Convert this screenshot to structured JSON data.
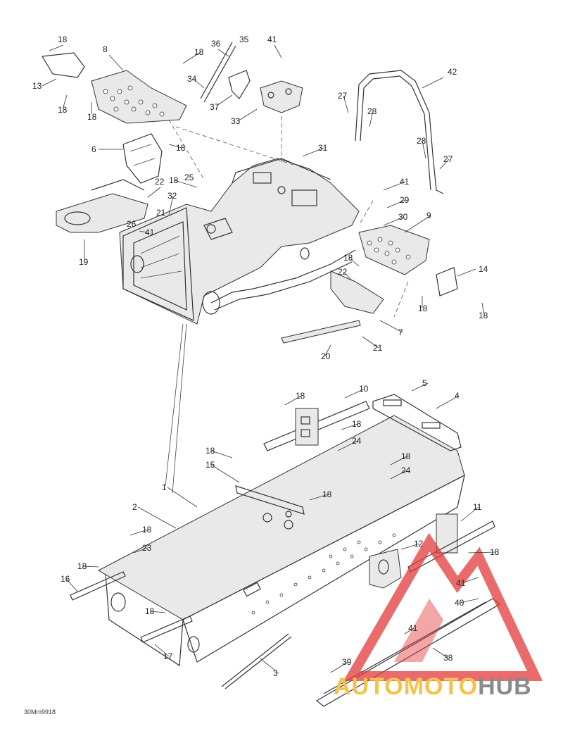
{
  "diagram": {
    "drawing_code": "30Mm9918",
    "callouts": [
      "1",
      "2",
      "3",
      "4",
      "5",
      "6",
      "7",
      "8",
      "9",
      "10",
      "11",
      "12",
      "13",
      "14",
      "15",
      "16",
      "17",
      "18",
      "19",
      "20",
      "21",
      "22",
      "23",
      "24",
      "25",
      "26",
      "27",
      "28",
      "29",
      "30",
      "31",
      "32",
      "33",
      "34",
      "35",
      "36",
      "37",
      "38",
      "39",
      "40",
      "41",
      "42"
    ],
    "callout_labels": [
      {
        "num": "18"
      },
      {
        "num": "8"
      },
      {
        "num": "13"
      },
      {
        "num": "18"
      },
      {
        "num": "18"
      },
      {
        "num": "18"
      },
      {
        "num": "36"
      },
      {
        "num": "35"
      },
      {
        "num": "41"
      },
      {
        "num": "34"
      },
      {
        "num": "37"
      },
      {
        "num": "33"
      },
      {
        "num": "42"
      },
      {
        "num": "27"
      },
      {
        "num": "28"
      },
      {
        "num": "28"
      },
      {
        "num": "27"
      },
      {
        "num": "6"
      },
      {
        "num": "18"
      },
      {
        "num": "31"
      },
      {
        "num": "18"
      },
      {
        "num": "25"
      },
      {
        "num": "22"
      },
      {
        "num": "32"
      },
      {
        "num": "21"
      },
      {
        "num": "26"
      },
      {
        "num": "41"
      },
      {
        "num": "19"
      },
      {
        "num": "41"
      },
      {
        "num": "29"
      },
      {
        "num": "30"
      },
      {
        "num": "9"
      },
      {
        "num": "18"
      },
      {
        "num": "22"
      },
      {
        "num": "14"
      },
      {
        "num": "18"
      },
      {
        "num": "18"
      },
      {
        "num": "7"
      },
      {
        "num": "20"
      },
      {
        "num": "21"
      },
      {
        "num": "18"
      },
      {
        "num": "10"
      },
      {
        "num": "5"
      },
      {
        "num": "4"
      },
      {
        "num": "18"
      },
      {
        "num": "24"
      },
      {
        "num": "18"
      },
      {
        "num": "15"
      },
      {
        "num": "18"
      },
      {
        "num": "24"
      },
      {
        "num": "18"
      },
      {
        "num": "1"
      },
      {
        "num": "2"
      },
      {
        "num": "18"
      },
      {
        "num": "23"
      },
      {
        "num": "18"
      },
      {
        "num": "16"
      },
      {
        "num": "18"
      },
      {
        "num": "17"
      },
      {
        "num": "3"
      },
      {
        "num": "11"
      },
      {
        "num": "12"
      },
      {
        "num": "18"
      },
      {
        "num": "41"
      },
      {
        "num": "40"
      },
      {
        "num": "41"
      },
      {
        "num": "38"
      },
      {
        "num": "39"
      }
    ]
  },
  "watermark": {
    "text_part1": "AUTOMOTO",
    "text_part2": "HUB",
    "logo_color": "#e23a3a",
    "text_color1": "#f5c24a",
    "text_color2": "#8a8a8a"
  }
}
